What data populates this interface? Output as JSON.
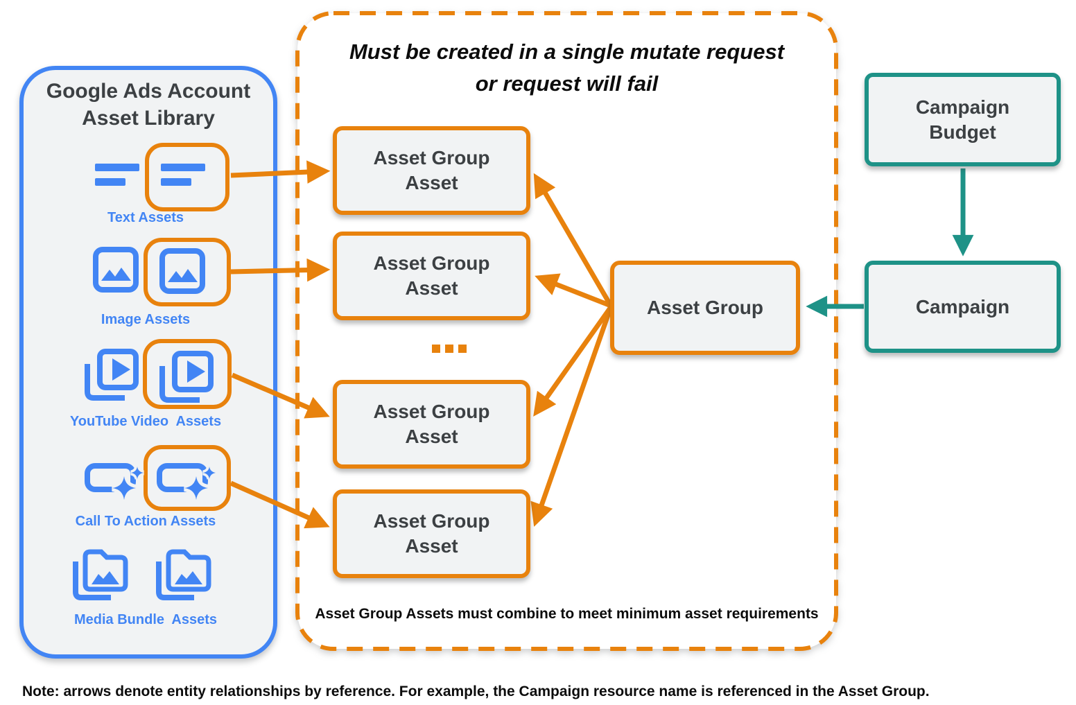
{
  "colors": {
    "blue": "#4285F4",
    "orange": "#E8820D",
    "teal": "#1E9287",
    "box_fill": "#F1F3F4",
    "dark_text": "#3C4043",
    "black_text": "#0C0C0C"
  },
  "library": {
    "title_line1": "Google Ads Account",
    "title_line2": "Asset Library",
    "rows": [
      {
        "label": "Text Assets",
        "icon": "text-asset-icon",
        "highlighted": true
      },
      {
        "label": "Image Assets",
        "icon": "image-asset-icon",
        "highlighted": true
      },
      {
        "label": "YouTube Video  Assets",
        "icon": "youtube-video-asset-icon",
        "highlighted": true
      },
      {
        "label": "Call To Action Assets",
        "icon": "call-to-action-asset-icon",
        "highlighted": true
      },
      {
        "label": "Media Bundle  Assets",
        "icon": "media-bundle-asset-icon",
        "highlighted": false
      }
    ]
  },
  "mutate_box": {
    "title_line1": "Must be created in a single mutate request",
    "title_line2": "or request will fail",
    "boxes": [
      {
        "line1": "Asset Group",
        "line2": "Asset"
      },
      {
        "line1": "Asset Group",
        "line2": "Asset"
      },
      {
        "line1": "Asset Group",
        "line2": "Asset"
      },
      {
        "line1": "Asset Group",
        "line2": "Asset"
      }
    ],
    "ellipsis": "...",
    "footnote": "Asset Group Assets must combine to meet minimum asset requirements"
  },
  "asset_group": {
    "label": "Asset Group"
  },
  "campaign_budget": {
    "line1": "Campaign",
    "line2": "Budget"
  },
  "campaign": {
    "label": "Campaign"
  },
  "note": "Note: arrows denote entity relationships by reference. For example, the Campaign resource name is referenced in the Asset Group."
}
